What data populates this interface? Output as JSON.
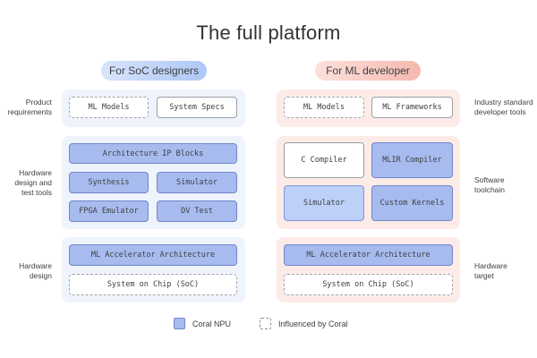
{
  "title": "The full platform",
  "columns": {
    "left": {
      "label": "For SoC designers"
    },
    "right": {
      "label": "For ML developer"
    }
  },
  "left_side_labels": {
    "product_requirements": "Product\nrequirements",
    "hardware_design_tools": "Hardware\ndesign and\ntest tools",
    "hardware_design": "Hardware\ndesign"
  },
  "right_side_labels": {
    "industry_tools": "Industry standard\ndeveloper tools",
    "software_toolchain": "Software\ntoolchain",
    "hardware_target": "Hardware\ntarget"
  },
  "left_boxes": {
    "ml_models": "ML Models",
    "system_specs": "System Specs",
    "architecture_ip_blocks": "Architecture IP Blocks",
    "synthesis": "Synthesis",
    "simulator": "Simulator",
    "fpga_emulator": "FPGA Emulator",
    "dv_test": "DV Test",
    "ml_accelerator_architecture": "ML Accelerator Architecture",
    "system_on_chip": "System on Chip (SoC)"
  },
  "right_boxes": {
    "ml_models": "ML Models",
    "ml_frameworks": "ML Frameworks",
    "c_compiler": "C Compiler",
    "mlir_compiler": "MLIR Compiler",
    "simulator": "Simulator",
    "custom_kernels": "Custom Kernels",
    "ml_accelerator_architecture": "ML Accelerator Architecture",
    "system_on_chip": "System on Chip (SoC)"
  },
  "legend": {
    "coral_npu": "Coral NPU",
    "influenced": "Influenced by Coral"
  }
}
